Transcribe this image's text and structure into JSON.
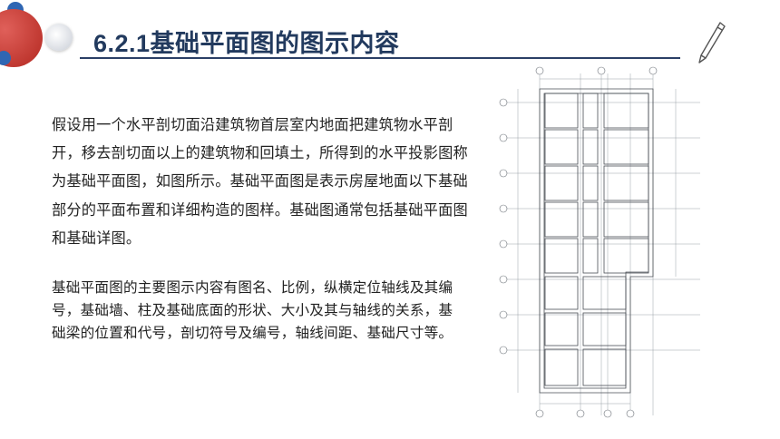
{
  "slide": {
    "title": "6.2.1基础平面图的图示内容",
    "paragraph1": "假设用一个水平剖切面沿建筑物首层室内地面把建筑物水平剖开，移去剖切面以上的建筑物和回填土，所得到的水平投影图称为基础平面图，如图所示。基础平面图是表示房屋地面以下基础部分的平面布置和详细构造的图样。基础图通常包括基础平面图和基础详图。",
    "paragraph2": "基础平面图的主要图示内容有图名、比例，纵横定位轴线及其编号，基础墙、柱及基础底面的形状、大小及其与轴线的关系，基础梁的位置和代号，剖切符号及编号，轴线间距、基础尺寸等。"
  },
  "colors": {
    "title": "#223a5e",
    "rule": "#2a3f66",
    "deco_red": "#c0392b",
    "deco_blue": "#2f66b3",
    "deco_grey": "#c8cdd6"
  },
  "icons": {
    "pencil": "pencil-icon"
  }
}
